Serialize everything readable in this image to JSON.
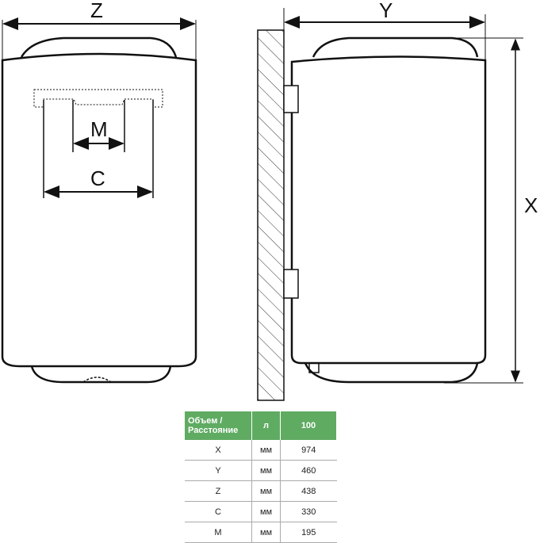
{
  "labels": {
    "z": "Z",
    "y": "Y",
    "x": "X",
    "m": "M",
    "c": "C"
  },
  "table": {
    "headers": [
      "Объем / Расстояние",
      "л",
      "100"
    ],
    "rows": [
      [
        "X",
        "мм",
        "974"
      ],
      [
        "Y",
        "мм",
        "460"
      ],
      [
        "Z",
        "мм",
        "438"
      ],
      [
        "C",
        "мм",
        "330"
      ],
      [
        "M",
        "мм",
        "195"
      ]
    ]
  },
  "colors": {
    "header": "#5fab62"
  }
}
